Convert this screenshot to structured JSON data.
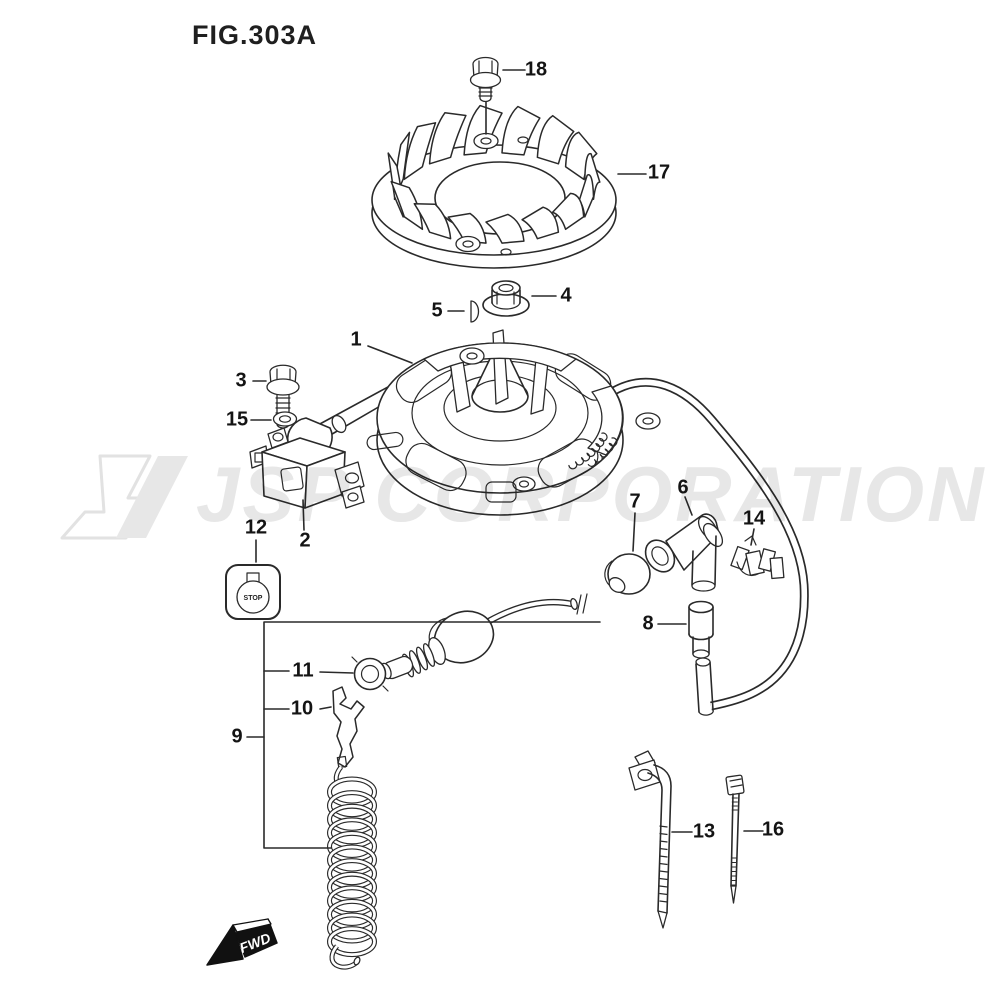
{
  "figure_title": "FIG.303A",
  "watermark_text": "JSP CORPORATION",
  "fwd_label": "FWD",
  "stop_label": "STOP",
  "callouts": {
    "c1": "1",
    "c2": "2",
    "c3": "3",
    "c4": "4",
    "c5": "5",
    "c6": "6",
    "c7": "7",
    "c8": "8",
    "c9": "9",
    "c10": "10",
    "c11": "11",
    "c12": "12",
    "c13": "13",
    "c14": "14",
    "c15": "15",
    "c16": "16",
    "c17": "17",
    "c18": "18"
  },
  "colors": {
    "line": "#2a2a2a",
    "label": "#141414",
    "watermark": "#e7e7e7",
    "fwd_arrow": "#111111"
  }
}
